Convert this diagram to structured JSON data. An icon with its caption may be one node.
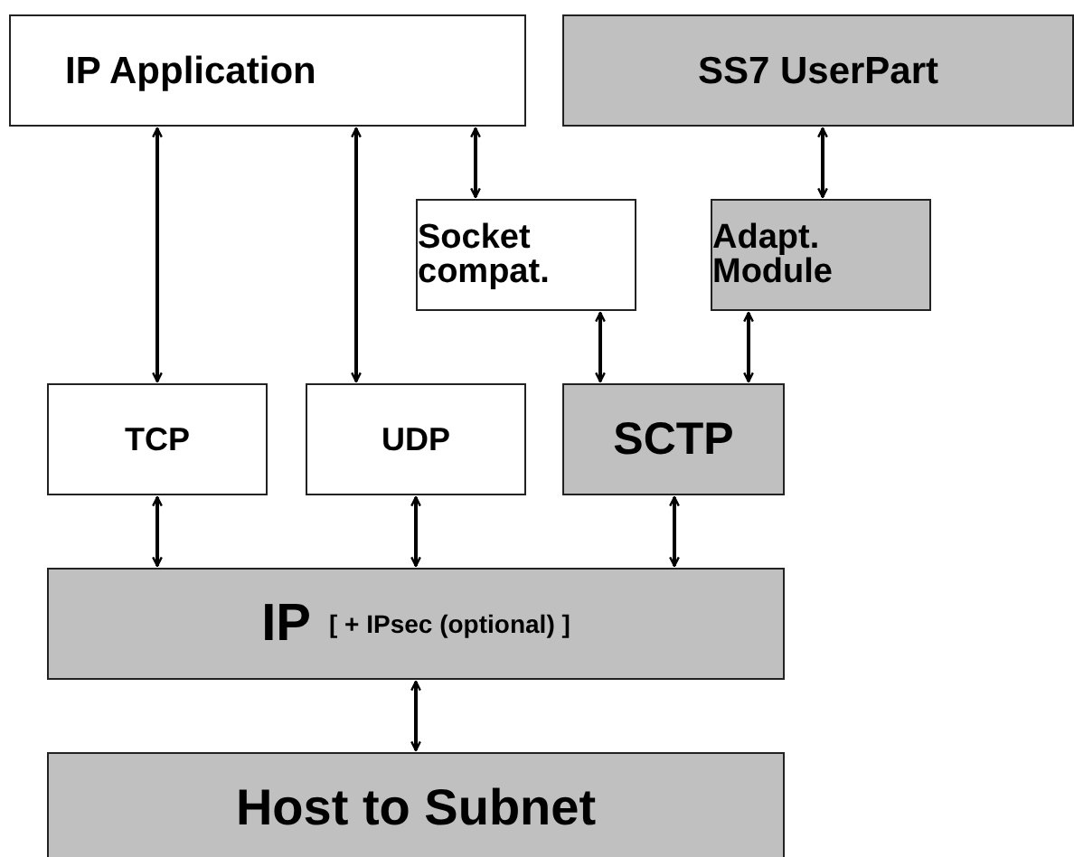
{
  "diagram": {
    "nodes": [
      {
        "text": [
          "IP Application"
        ]
      },
      {
        "text": [
          "SS7 UserPart"
        ]
      },
      {
        "text": [
          "Socket compat."
        ]
      },
      {
        "text": [
          "Adapt. Module"
        ]
      },
      {
        "text": [
          "TCP"
        ]
      },
      {
        "text": [
          "UDP"
        ]
      },
      {
        "text": [
          "SCTP"
        ]
      },
      {
        "text": [
          "IP",
          "[ + IPsec (optional) ]"
        ]
      },
      {
        "text": [
          "Host to Subnet"
        ]
      }
    ],
    "edges": [
      {
        "from": 0,
        "to": 4,
        "arrow": "both"
      },
      {
        "from": 0,
        "to": 5,
        "arrow": "both"
      },
      {
        "from": 0,
        "to": 2,
        "arrow": "both"
      },
      {
        "from": 1,
        "to": 3,
        "arrow": "both"
      },
      {
        "from": 2,
        "to": 6,
        "arrow": "both"
      },
      {
        "from": 3,
        "to": 6,
        "arrow": "both"
      },
      {
        "from": 4,
        "to": 7,
        "arrow": "both"
      },
      {
        "from": 5,
        "to": 7,
        "arrow": "both"
      },
      {
        "from": 6,
        "to": 7,
        "arrow": "both"
      },
      {
        "from": 7,
        "to": 8,
        "arrow": "both"
      }
    ]
  }
}
